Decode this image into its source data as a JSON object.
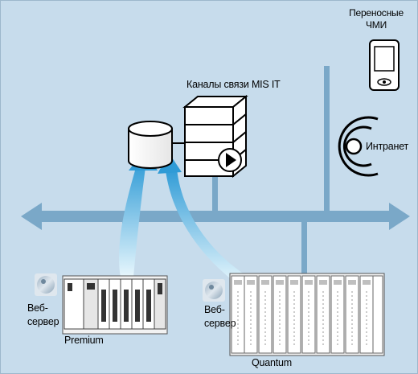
{
  "labels": {
    "mobile_hmi_line1": "Переносные",
    "mobile_hmi_line2": "ЧМИ",
    "mis_it_links": "Каналы связи MIS IT",
    "intranet": "Интранет",
    "web_server_left_line1": "Веб-",
    "web_server_left_line2": "сервер",
    "premium": "Premium",
    "web_server_right_line1": "Веб-",
    "web_server_right_line2": "сервер",
    "quantum": "Quantum"
  },
  "colors": {
    "background": "#c7dcec",
    "bus": "#7aa8c8",
    "arrow_light": "#e6f6fc",
    "arrow_dark": "#3aa0d8"
  }
}
